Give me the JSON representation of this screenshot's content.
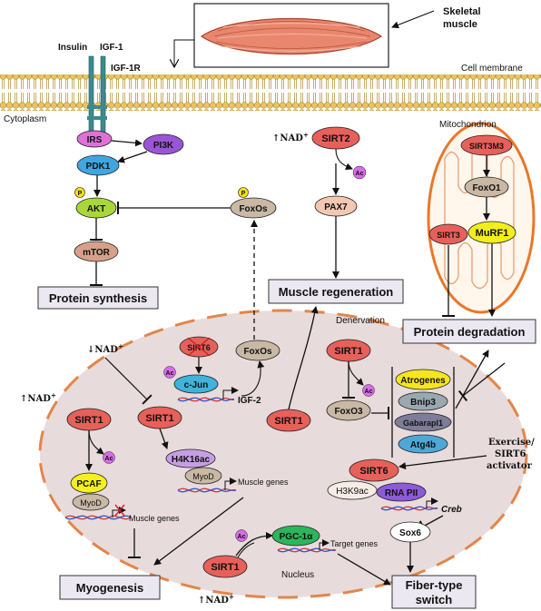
{
  "labels": {
    "skeletal_muscle_line1": "Skeletal",
    "skeletal_muscle_line2": "muscle",
    "insulin": "Insulin",
    "igf1": "IGF-1",
    "igf1r": "IGF-1R",
    "cell_membrane": "Cell membrane",
    "cytoplasm": "Cytoplasm",
    "mitochondrion": "Mitochondrion",
    "nucleus": "Nucleus",
    "denervation": "Denervation",
    "exercise_line1": "Exercise/",
    "exercise_line2": "SIRT6",
    "exercise_line3": "activator",
    "nad_plus": "NAD",
    "nad_sup": "+",
    "igf2": "IGF-2",
    "muscle_genes": "Muscle genes",
    "target_genes": "Target genes",
    "creb": "Creb",
    "p": "P",
    "ac": "Ac"
  },
  "nodes": {
    "irs": "IRS",
    "pi3k": "PI3K",
    "pdk1": "PDK1",
    "akt": "AKT",
    "mtor": "mTOR",
    "foxos": "FoxOs",
    "sirt2": "SIRT2",
    "pax7": "PAX7",
    "sirt3m3": "SIRT3M3",
    "foxo1": "FoxO1",
    "sirt3": "SIRT3",
    "murf1": "MuRF1",
    "sirt6": "SIRT6",
    "cjun": "c-Jun",
    "sirt1": "SIRT1",
    "foxo3": "FoxO3",
    "atrogenes": "Atrogenes",
    "bnip3": "Bnip3",
    "gabarapl1": "Gabarapl1",
    "atg4b": "Atg4b",
    "h4k16ac": "H4K16ac",
    "myod": "MyoD",
    "pcaf": "PCAF",
    "h3k9ac": "H3K9ac",
    "rna_pii": "RNA PII",
    "sox6": "Sox6",
    "pgc1a": "PGC-1α"
  },
  "outcomes": {
    "protein_synthesis": "Protein synthesis",
    "muscle_regeneration": "Muscle regeneration",
    "protein_degradation": "Protein degradation",
    "myogenesis": "Myogenesis",
    "fiber_type_line1": "Fiber-type",
    "fiber_type_line2": "switch"
  },
  "colors": {
    "sirt": "#e8605a",
    "irs": "#e070d8",
    "pi3k": "#9a55d6",
    "pdk1": "#3fa6e0",
    "akt": "#a9d63a",
    "mtor": "#d7a08a",
    "foxo": "#c9b8a4",
    "pax7": "#f3c7b1",
    "murf1": "#f2ee1a",
    "cjun": "#3fb3d9",
    "h4k16ac": "#c79ee6",
    "myod": "#c9b8a4",
    "pcaf": "#f5f01e",
    "pgc1a": "#2eb45a",
    "atrogenes": "#f5e61e",
    "bnip3": "#9aa8b0",
    "gabarapl1": "#7d7d9a",
    "atg4b": "#4ea8d6",
    "rna_pii": "#8d5ad8",
    "h3k9ac": "#f8ece6",
    "nucleus": "#e8dbdc",
    "nucleus_border": "#e2864a",
    "mito_border": "#e8782a",
    "phospho": "#f3e20f",
    "acetyl": "#d86ce8",
    "outcome_box": "#ece8f2",
    "membrane": "#e8c266"
  }
}
